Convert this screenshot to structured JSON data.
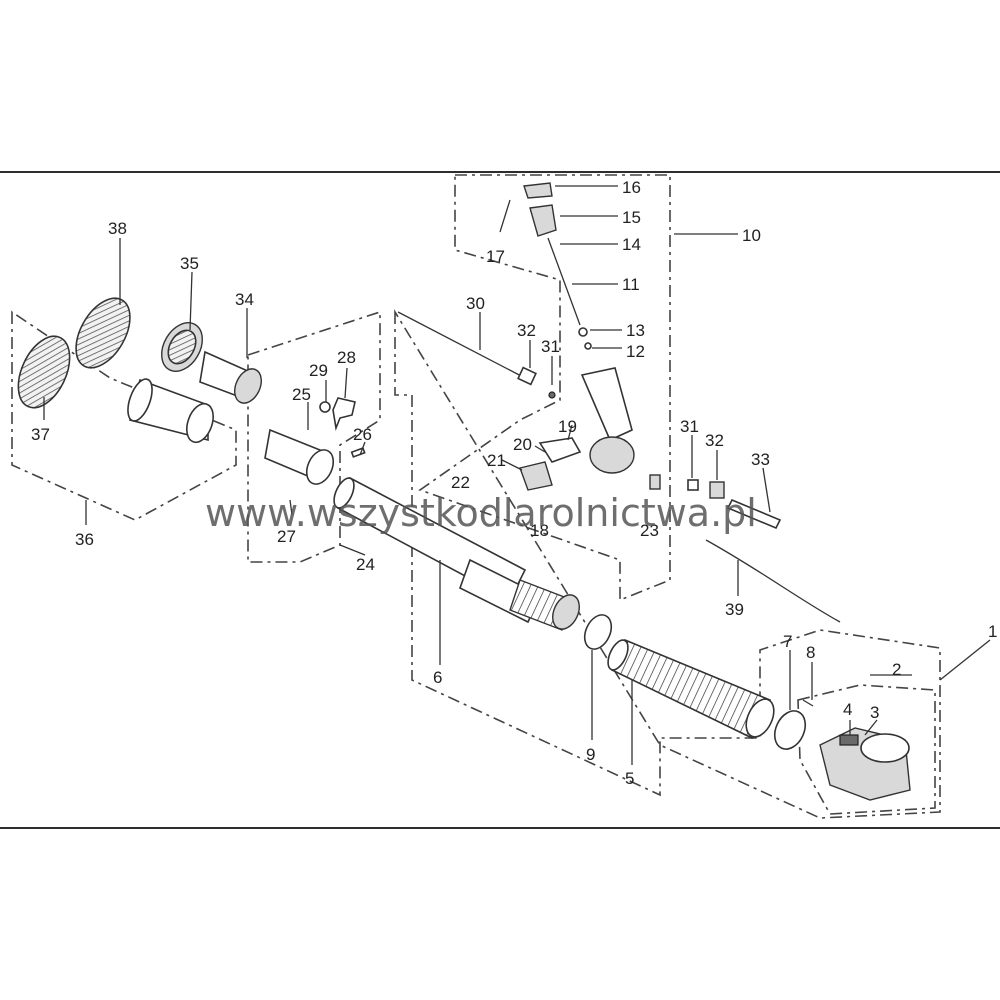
{
  "watermark": "www.wszystkodlarolnictwa.pl",
  "callouts": [
    "1",
    "2",
    "3",
    "4",
    "5",
    "6",
    "7",
    "8",
    "9",
    "10",
    "11",
    "12",
    "13",
    "14",
    "15",
    "16",
    "17",
    "18",
    "19",
    "20",
    "21",
    "22",
    "23",
    "24",
    "25",
    "26",
    "27",
    "28",
    "29",
    "30",
    "31",
    "32",
    "33",
    "34",
    "35",
    "36",
    "37",
    "38",
    "39",
    "31",
    "32"
  ]
}
